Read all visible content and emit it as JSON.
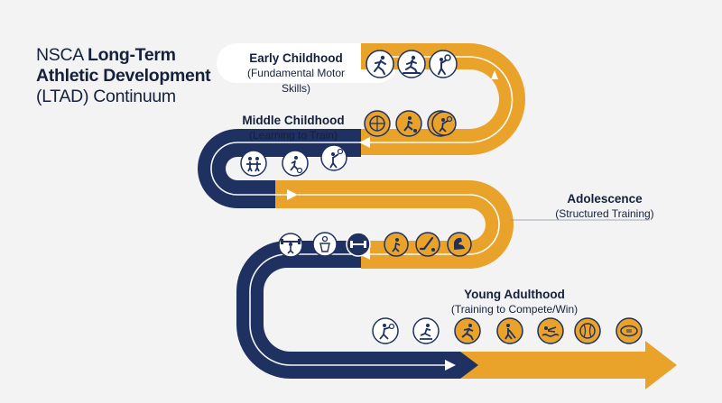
{
  "title": {
    "prefix": "NSCA ",
    "bold_1": "Long-Term",
    "bold_2": "Athletic Development",
    "line_3": "(LTAD) Continuum"
  },
  "stages": [
    {
      "name": "Early Childhood",
      "subtitle": "(Fundamental Motor Skills)",
      "icons": [
        "running-icon",
        "sprinting-icon",
        "ball-throw-icon"
      ]
    },
    {
      "name": "Middle Childhood",
      "subtitle": "(Learning to Train)",
      "icons": [
        "basketball-icon",
        "soccer-kick-icon",
        "soccer-ball-icon",
        "tennis-icon",
        "group-play-icon",
        "soccer-dribble-icon",
        "volleyball-icon"
      ]
    },
    {
      "name": "Adolescence",
      "subtitle": "(Structured Training)",
      "icons": [
        "weightlifting-icon",
        "lifter-icon",
        "dumbbell-icon",
        "kettlebell-icon",
        "hockey-icon",
        "flexed-arm-icon"
      ]
    },
    {
      "name": "Young Adulthood",
      "subtitle": "(Training to Compete/Win)",
      "icons": [
        "tennis-player-icon",
        "hurdle-runner-icon",
        "sprinter-icon",
        "hockey-player-icon",
        "swimmer-icon",
        "baseball-icon",
        "rugby-ball-icon"
      ]
    }
  ],
  "colors": {
    "navy": "#1f3160",
    "gold": "#e9a22a",
    "background": "#f3f3f4",
    "text": "#15203a"
  }
}
